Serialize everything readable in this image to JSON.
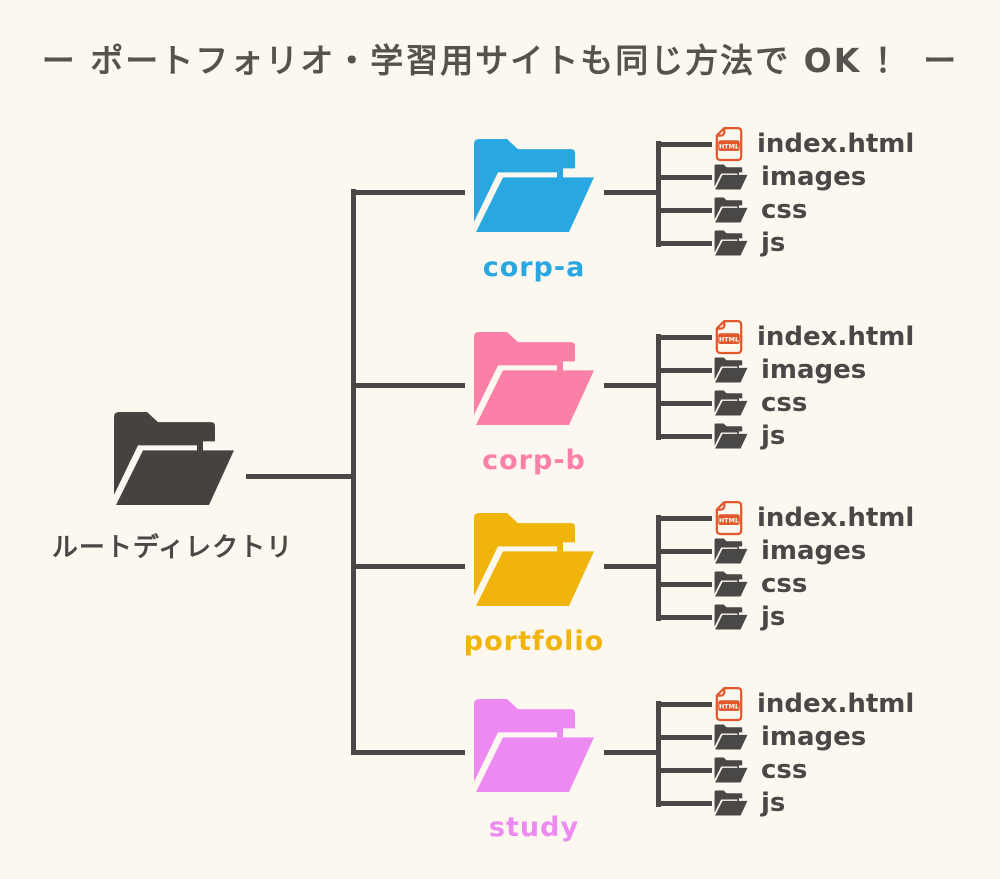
{
  "canvas": {
    "bg": "#FCF8F0"
  },
  "connector_color": "#4A4846",
  "text_color": "#4A4846",
  "title": {
    "text": "ー ポートフォリオ・学習用サイトも同じ方法で OK ！ ー",
    "color": "#57524E"
  },
  "root": {
    "label": "ルートディレクトリ",
    "icon": "open-folder-icon",
    "color": "#454240",
    "label_color": "#4A4846"
  },
  "file_icon": {
    "badge": "HTML",
    "color": "#E2572B",
    "badge_text_color": "#FDFBF5"
  },
  "folders": [
    {
      "label": "corp-a",
      "color": "#29A7E0",
      "icon": "open-folder-icon",
      "children": [
        {
          "label": "index.html",
          "icon": "html-file-icon"
        },
        {
          "label": "images",
          "icon": "folder-icon"
        },
        {
          "label": "css",
          "icon": "folder-icon"
        },
        {
          "label": "js",
          "icon": "folder-icon"
        }
      ]
    },
    {
      "label": "corp-b",
      "color": "#FA80A8",
      "icon": "open-folder-icon",
      "children": [
        {
          "label": "index.html",
          "icon": "html-file-icon"
        },
        {
          "label": "images",
          "icon": "folder-icon"
        },
        {
          "label": "css",
          "icon": "folder-icon"
        },
        {
          "label": "js",
          "icon": "folder-icon"
        }
      ]
    },
    {
      "label": "portfolio",
      "color": "#F0B40A",
      "icon": "open-folder-icon",
      "children": [
        {
          "label": "index.html",
          "icon": "html-file-icon"
        },
        {
          "label": "images",
          "icon": "folder-icon"
        },
        {
          "label": "css",
          "icon": "folder-icon"
        },
        {
          "label": "js",
          "icon": "folder-icon"
        }
      ]
    },
    {
      "label": "study",
      "color": "#EC8AF2",
      "icon": "open-folder-icon",
      "children": [
        {
          "label": "index.html",
          "icon": "html-file-icon"
        },
        {
          "label": "images",
          "icon": "folder-icon"
        },
        {
          "label": "css",
          "icon": "folder-icon"
        },
        {
          "label": "js",
          "icon": "folder-icon"
        }
      ]
    }
  ]
}
